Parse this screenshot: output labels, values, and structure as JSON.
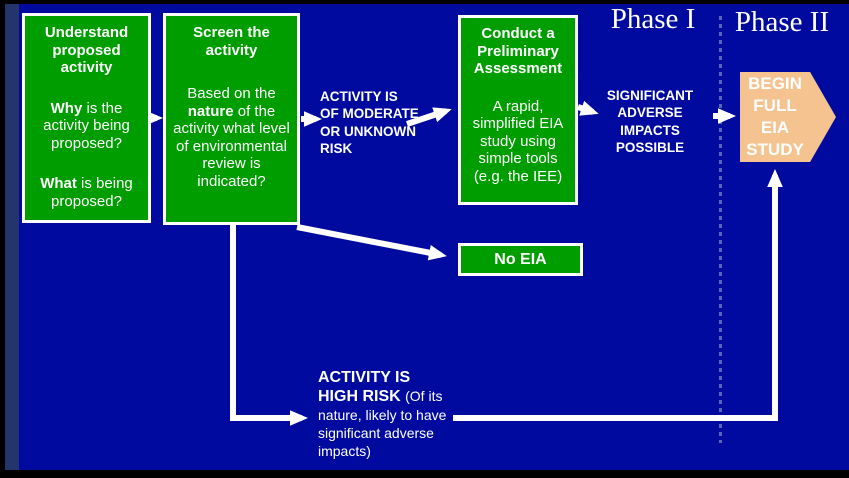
{
  "phases": {
    "phase1": "Phase I",
    "phase2": "Phase II"
  },
  "boxes": {
    "understand": {
      "title": "Understand proposed activity",
      "q1_bold": "Why",
      "q1_rest": " is the activity being proposed?",
      "q2_bold": "What",
      "q2_rest": " is being proposed?"
    },
    "screen": {
      "title": "Screen the activity",
      "body_pre": "Based on the ",
      "body_bold": "nature",
      "body_post": " of the activity what level of environmental review is indicated?"
    },
    "preliminary": {
      "title": "Conduct a Preliminary Assessment",
      "body": "A rapid, simplified EIA study using simple tools (e.g. the IEE)"
    },
    "no_eia": {
      "label": "No EIA"
    },
    "begin_full": {
      "lines": [
        "BEGIN",
        "FULL",
        "EIA",
        "STUDY"
      ]
    }
  },
  "labels": {
    "moderate": {
      "lines": [
        "ACTIVITY IS",
        "OF MODERATE",
        "OR UNKNOWN",
        "RISK"
      ]
    },
    "significant": {
      "lines": [
        "SIGNIFICANT",
        "ADVERSE",
        "IMPACTS",
        "POSSIBLE"
      ]
    },
    "high_risk": {
      "bold1": "ACTIVITY IS",
      "bold2": "HIGH RISK ",
      "rest": "(Of its nature, likely to have significant adverse impacts)"
    }
  },
  "colors": {
    "background": "#000A9E",
    "accent_stripe": "#24356C",
    "box_green": "#009D00",
    "pentagon_orange": "#F5C38F",
    "divider_dotted": "#4F6AB8",
    "text_and_arrows": "#FFFFFF"
  }
}
